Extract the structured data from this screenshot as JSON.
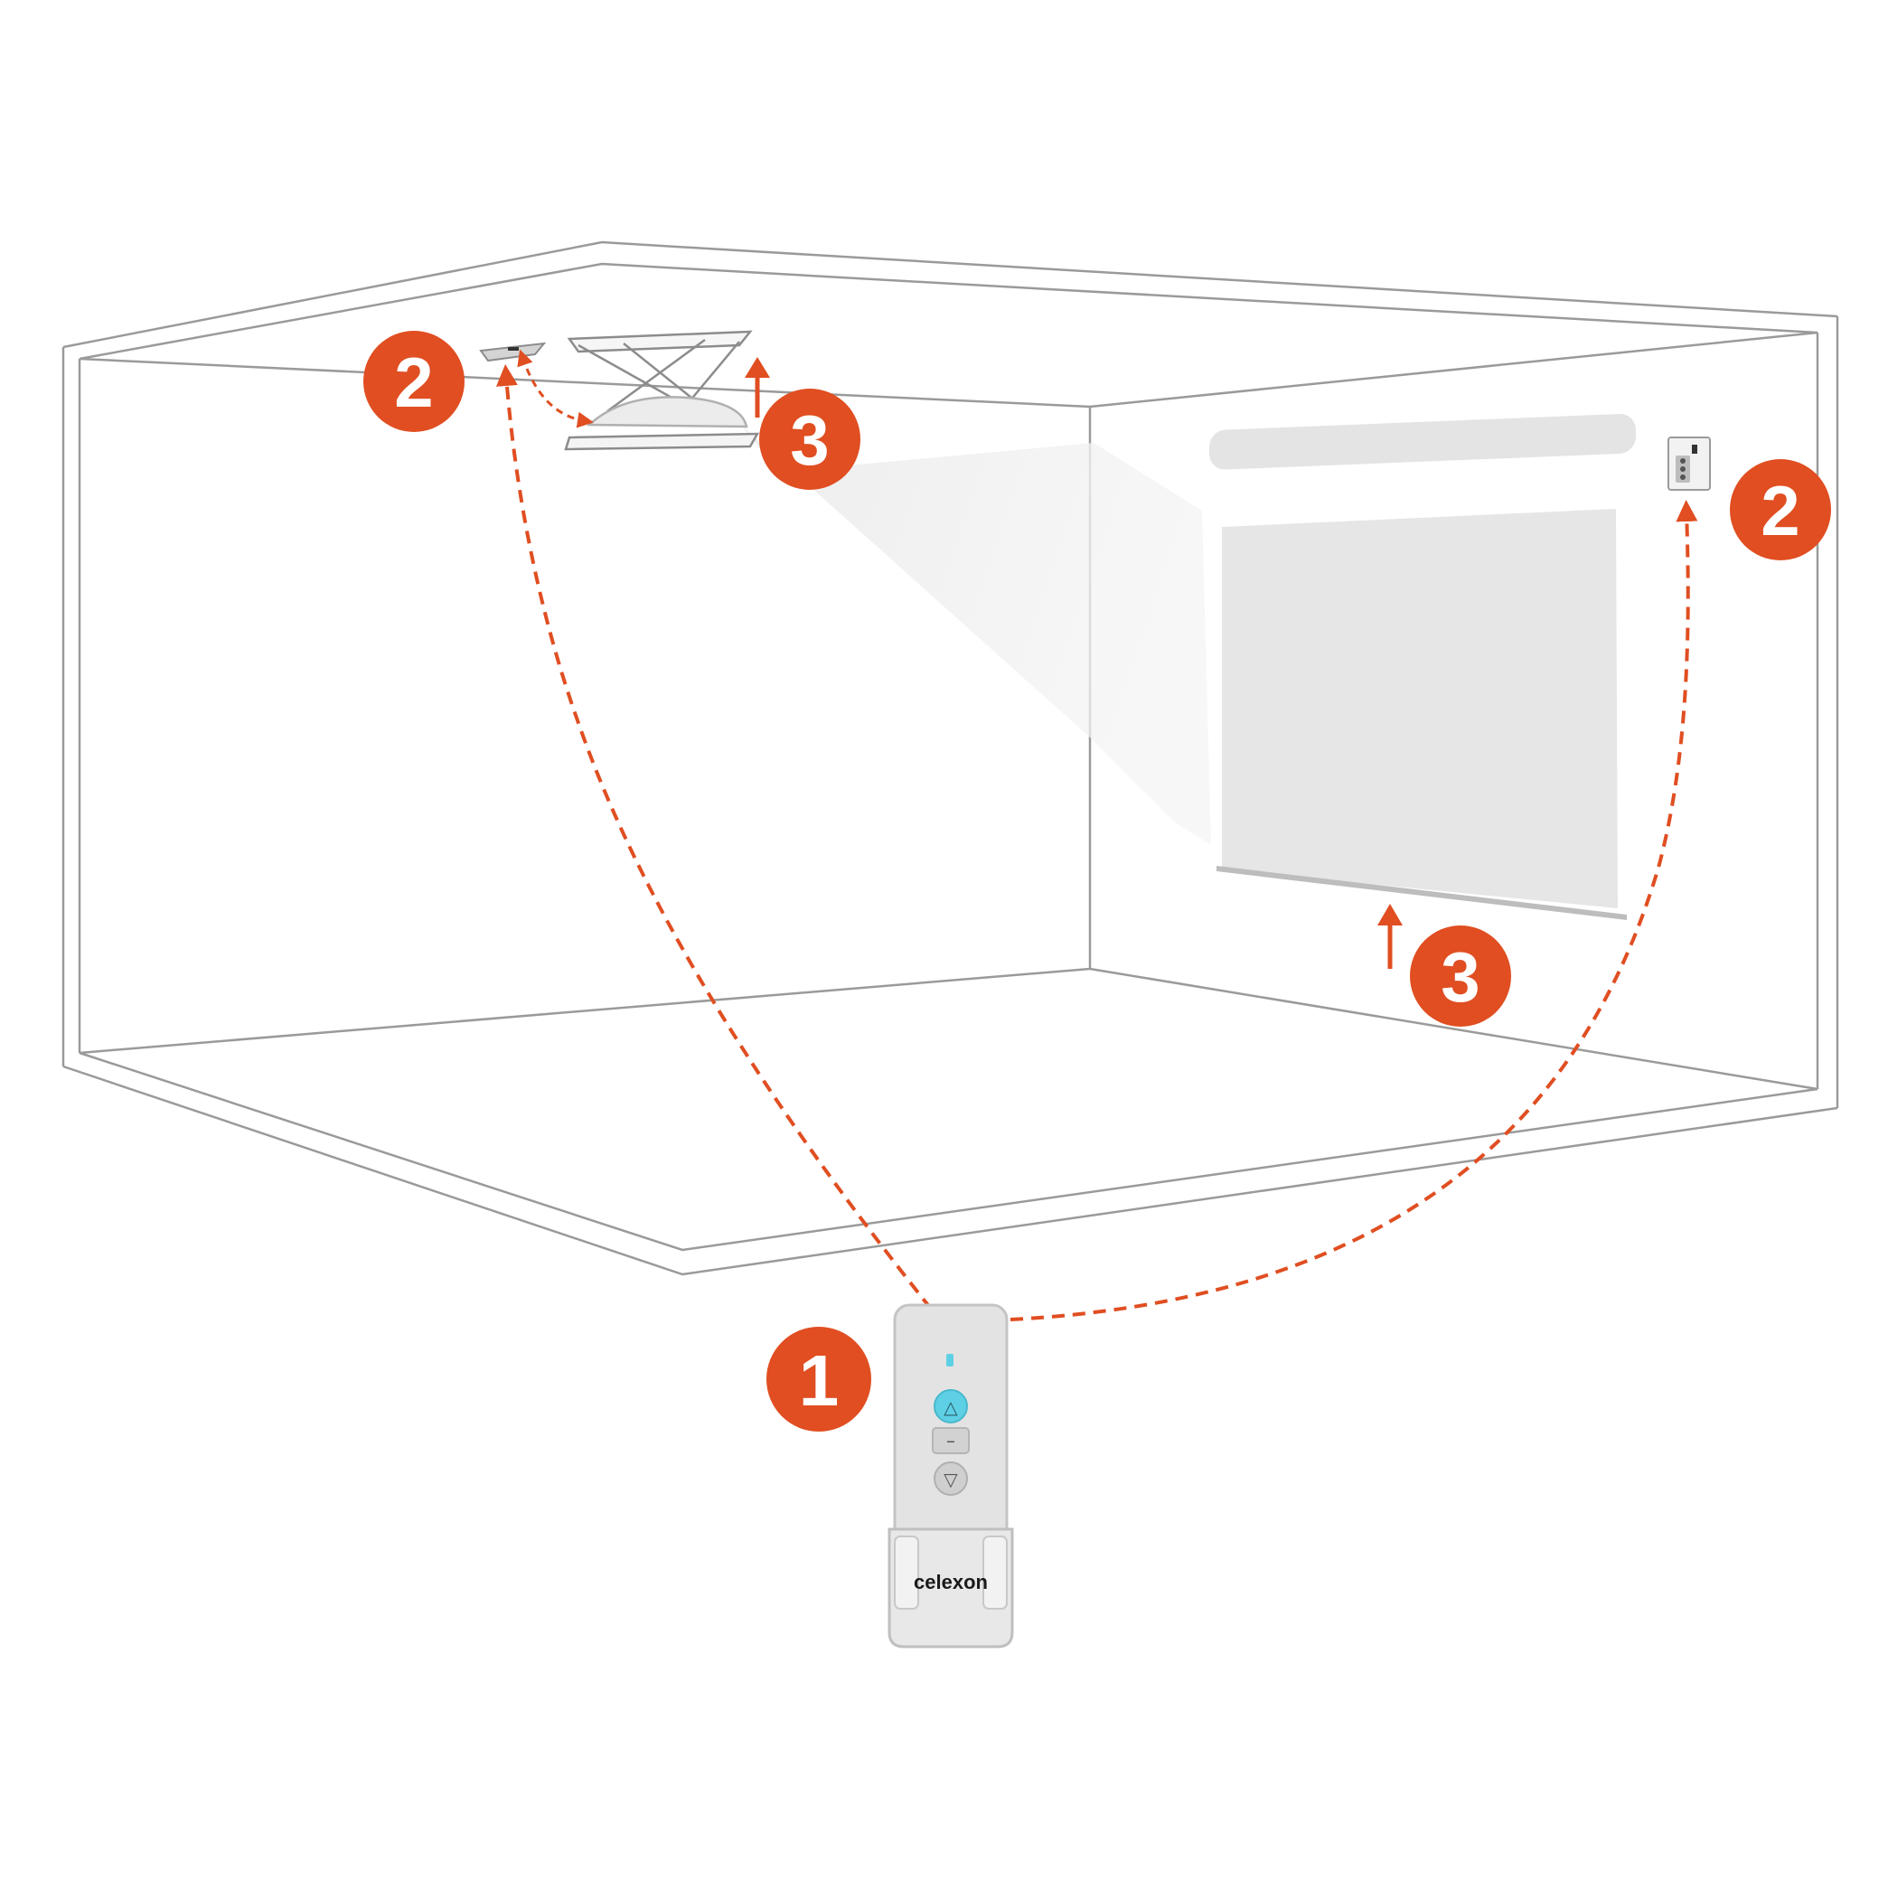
{
  "colors": {
    "accent": "#E04E21",
    "wall_line": "#9a9a9a",
    "screen_fill": "#e6e6e6",
    "remote_body": "#e3e3e3",
    "remote_button_active": "#5ed0e6"
  },
  "steps": {
    "remote": "1",
    "receiver_ceiling": "2",
    "receiver_wall": "2",
    "lift_ceiling": "3",
    "screen_raise": "3"
  },
  "remote": {
    "brand": "celexon",
    "up_symbol": "△",
    "stop_symbol": "–",
    "down_symbol": "▽"
  },
  "icons": {
    "arrow": "arrow-up-icon",
    "signal_path": "dashed-signal-line"
  }
}
